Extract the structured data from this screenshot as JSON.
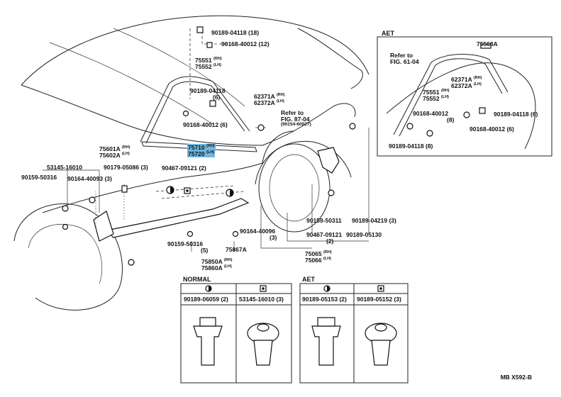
{
  "labels": {
    "p90189_04118_top": "90189-04118 (18)",
    "p90168_40012_top": "90168-40012 (12)",
    "p75551": "75551",
    "p75552": "75552",
    "rh": "(RH)",
    "lh": "(LH)",
    "p90189_04118_mid": "90189-04118",
    "qty6": "(6)",
    "p62371A": "62371A",
    "p62372A": "62372A",
    "p90168_40012_mid": "90168-40012 (6)",
    "refer_fig_87": "Refer to",
    "refer_fig_87b": "FIG. 87-04",
    "refer_fig_87c": "(90154-60027)",
    "p75601A": "75601A",
    "p75602A": "75602A",
    "p75710": "75710",
    "p75720": "75720",
    "p53145_16010": "53145-16010",
    "p90179_05086": "90179-05086 (3)",
    "p90159_50316_l": "90159-50316",
    "p90164_40093": "90164-40093 (3)",
    "p90467_09121_top": "90467-09121 (2)",
    "p90159_50311": "90159-50311",
    "p90189_04219": "90189-04219 (3)",
    "p90164_40096": "90164-40096",
    "qty3": "(3)",
    "p90467_09121_b": "90467-09121",
    "qty2": "(2)",
    "p90189_05130": "90189-05130",
    "p90159_50316_b": "90159-50316",
    "qty5": "(5)",
    "p75867A": "75867A",
    "p75850A": "75850A",
    "p75860A": "75860A",
    "p75065": "75065",
    "p75066": "75066"
  },
  "aet_inset": {
    "title": "AET",
    "p75568A": "75568A",
    "refer": "Refer to",
    "refer_fig": "FIG. 61-04",
    "p62371A": "62371A",
    "p62372A": "62372A",
    "p75551": "75551",
    "p75552": "75552",
    "p90168_40012": "90168-40012",
    "qty8": "(8)",
    "p90189_04118_6": "90189-04118 (6)",
    "p90168_40012_6": "90168-40012 (6)",
    "p90189_04118_8": "90189-04118 (8)"
  },
  "normal_table": {
    "title": "NORMAL",
    "cols": [
      {
        "symbol": "half-circle-icon",
        "part": "90189-06059 (2)"
      },
      {
        "symbol": "square-dot-icon",
        "part": "53145-16010 (3)"
      }
    ]
  },
  "aet_table": {
    "title": "AET",
    "cols": [
      {
        "symbol": "half-circle-icon",
        "part": "90189-05153 (2)"
      },
      {
        "symbol": "square-dot-icon",
        "part": "90189-05152 (3)"
      }
    ]
  },
  "ref_code": "MB X592-B",
  "colors": {
    "highlight": "#6fb6e0",
    "ink": "#111111"
  }
}
